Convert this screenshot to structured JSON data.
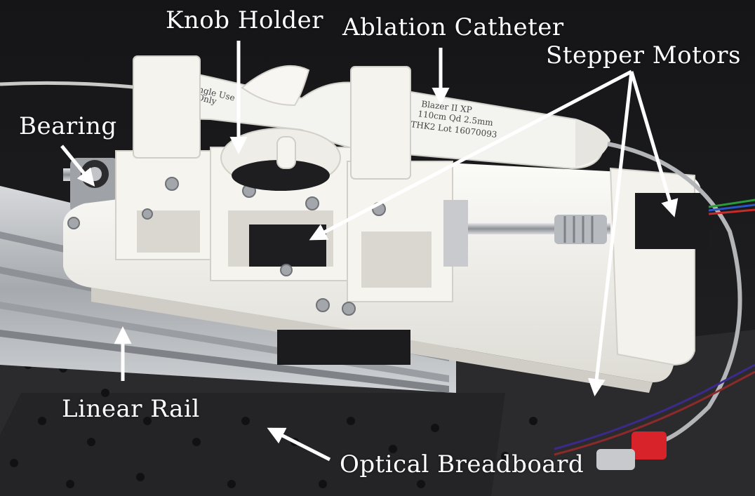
{
  "labels": {
    "knob_holder": "Knob Holder",
    "ablation_catheter": "Ablation Catheter",
    "stepper_motors": "Stepper Motors",
    "bearing": "Bearing",
    "linear_rail": "Linear Rail",
    "optical_breadboard": "Optical Breadboard"
  },
  "device_text": {
    "single_use": "Single Use",
    "only": "Only",
    "catheter_line1": "Blazer II XP",
    "catheter_line2": "110cm Qd 2.5mm",
    "catheter_line3": "THK2 Lot 16070093"
  },
  "colors": {
    "background": "#1b1b1d",
    "label_text": "#ffffff",
    "arrow": "#ffffff",
    "printed_plastic": "#f2f1ec",
    "aluminum_rail": "#b9bcc0",
    "breadboard": "#2a2a2c",
    "motor": "#222222",
    "connector": "#d8232a"
  }
}
